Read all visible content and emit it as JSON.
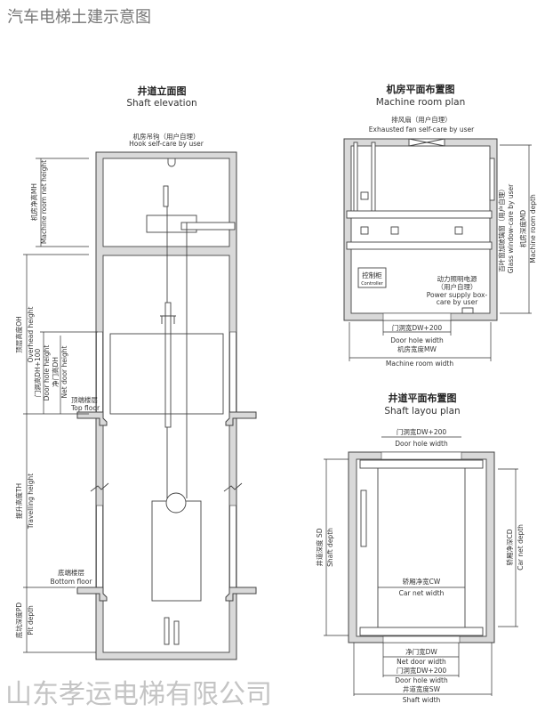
{
  "page_title": "汽车电梯土建示意图",
  "watermark": "山东孝运电梯有限公司",
  "elevation": {
    "title_cn": "井道立面图",
    "title_en": "Shaft elevation",
    "hook_cn": "机房吊钩（用户自理）",
    "hook_en": "Hook self-care by user",
    "mh_cn": "机房净高MH",
    "mh_en": "Machine room net height",
    "oh_cn": "顶层高度OH",
    "oh_en": "Overhead height",
    "dh100_cn": "门洞高DH+100",
    "dh100_en": "Door hole height",
    "dh_cn": "净门高DH",
    "dh_en": "Net door height",
    "top_cn": "顶端楼层",
    "top_en": "Top floor",
    "th_cn": "提升高度TH",
    "th_en": "Travelling height",
    "bottom_cn": "底端楼层",
    "bottom_en": "Bottom floor",
    "pd_cn": "底坑深度PD",
    "pd_en": "Pit depth"
  },
  "machine_room": {
    "title_cn": "机房平面布置图",
    "title_en": "Machine room plan",
    "fan_cn": "排风扇（用户自理）",
    "fan_en": "Exhausted fan self-care by user",
    "window_cn": "百叶窗加玻璃窗（用户自理）",
    "window_en": "Glass window-care by user",
    "md_cn": "机房深度MD",
    "md_en": "Machine room depth",
    "controller_cn": "控制柜",
    "controller_en": "Controller",
    "power_cn1": "动力照明电源",
    "power_cn2": "（用户自理）",
    "power_en1": "Power supply box-",
    "power_en2": "care by user",
    "dw200_cn": "门洞宽DW+200",
    "dw200_en": "Door hole width",
    "mw_cn": "机房宽度MW",
    "mw_en": "Machine room width"
  },
  "shaft_plan": {
    "title_cn": "井道平面布置图",
    "title_en": "Shaft layou plan",
    "top_dw200_cn": "门洞宽DW+200",
    "top_dw200_en": "Door hole width",
    "sd_cn": "井道深度 SD",
    "sd_en": "Shaft depth",
    "cd_cn": "轿厢净深CD",
    "cd_en": "Car net depth",
    "cw_cn": "轿厢净宽CW",
    "cw_en": "Car net width",
    "dw_cn": "净门宽DW",
    "dw_en": "Net door width",
    "dw200_cn": "门洞宽DW+200",
    "dw200_en": "Door hole width",
    "sw_cn": "井道宽度SW",
    "sw_en": "Shaft width"
  }
}
